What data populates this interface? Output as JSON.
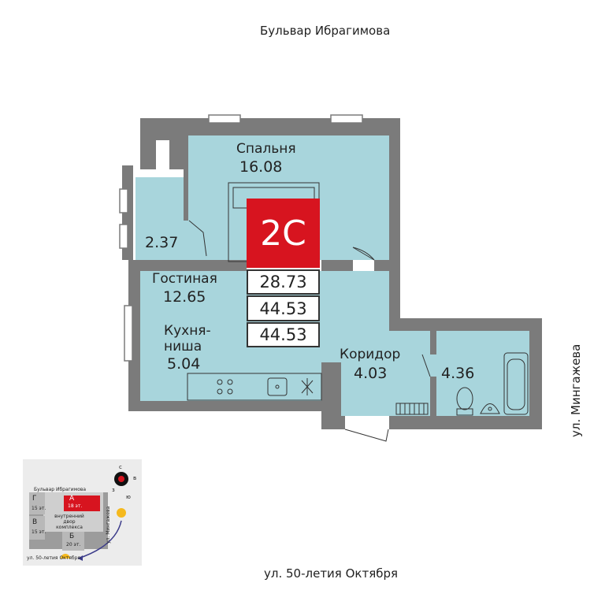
{
  "streets": {
    "top": "Бульвар Ибрагимова",
    "bottom": "ул. 50-летия Октября",
    "right": "ул. Мингажева"
  },
  "rooms": {
    "bedroom": {
      "label": "Спальня",
      "area": "16.08"
    },
    "balcony": {
      "area": "2.37"
    },
    "living": {
      "label": "Гостиная",
      "area": "12.65"
    },
    "kitchen": {
      "label": "Кухня-\nниша",
      "area": "5.04"
    },
    "corridor": {
      "label": "Коридор",
      "area": "4.03"
    },
    "bathroom": {
      "area": "4.36"
    }
  },
  "apartment": {
    "type": "2С",
    "areas": [
      "28.73",
      "44.53",
      "44.53"
    ]
  },
  "site_plan": {
    "street_top": "Бульвар Ибрагимова",
    "street_bottom": "ул. 50-летия Октября",
    "street_right": "ул. Мингажева",
    "blocks": [
      {
        "letter": "Г",
        "floors": "15 эт."
      },
      {
        "letter": "А",
        "floors": "18 эт."
      },
      {
        "letter": "В",
        "floors": "15 эт."
      },
      {
        "letter": "Б",
        "floors": "20 эт."
      }
    ],
    "courtyard": "внутренний двор комплекса",
    "compass": {
      "n": "с",
      "e": "в",
      "s": "ю",
      "w": "з"
    }
  },
  "colors": {
    "wall": "#7b7b7b",
    "floor": "#a8d5dc",
    "accent": "#d7141f"
  }
}
